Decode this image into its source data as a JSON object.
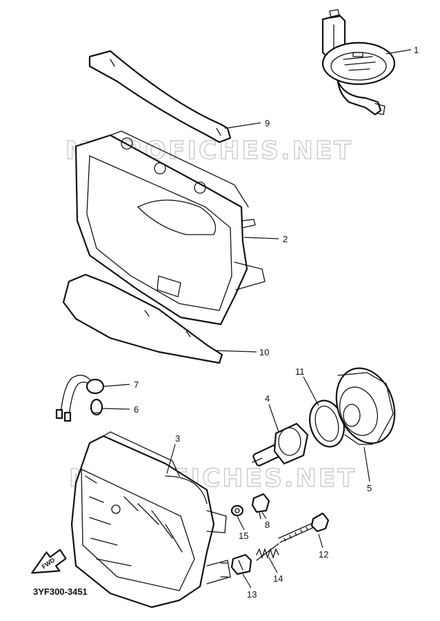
{
  "watermark": "MICROFICHES.NET",
  "diagram_code": "3YF300-3451",
  "fwd_label": "FWD",
  "callouts": [
    "1",
    "2",
    "3",
    "4",
    "5",
    "6",
    "7",
    "8",
    "9",
    "10",
    "11",
    "12",
    "13",
    "14",
    "15"
  ]
}
